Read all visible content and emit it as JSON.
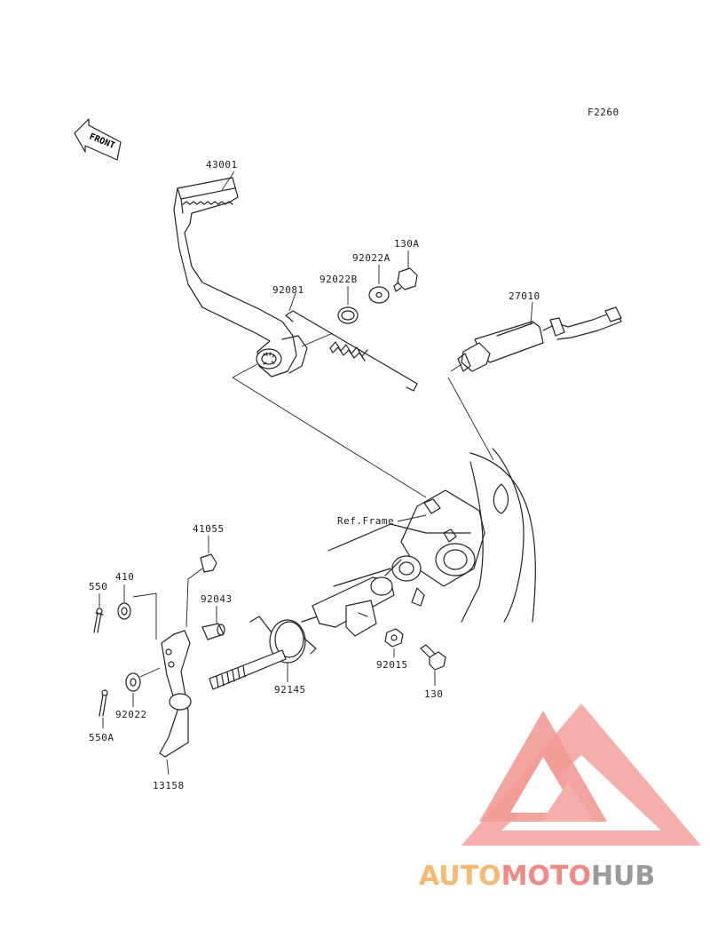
{
  "figure_code": "F2260",
  "front_arrow": "FRONT",
  "ref_frame": "Ref.Frame",
  "parts": {
    "p43001": "43001",
    "p92081": "92081",
    "p92022b": "92022B",
    "p92022a": "92022A",
    "p130a": "130A",
    "p27010": "27010",
    "p41055": "41055",
    "p410": "410",
    "p550": "550",
    "p92043": "92043",
    "p92022": "92022",
    "p550a": "550A",
    "p13158": "13158",
    "p92145": "92145",
    "p92015": "92015",
    "p130": "130"
  },
  "watermark": {
    "part1": "AUTO",
    "part2": "MOTO",
    "part3": "HUB",
    "colors": {
      "orange": "#f5b971",
      "red": "#f08a85",
      "gray": "#9a9a9a"
    }
  }
}
